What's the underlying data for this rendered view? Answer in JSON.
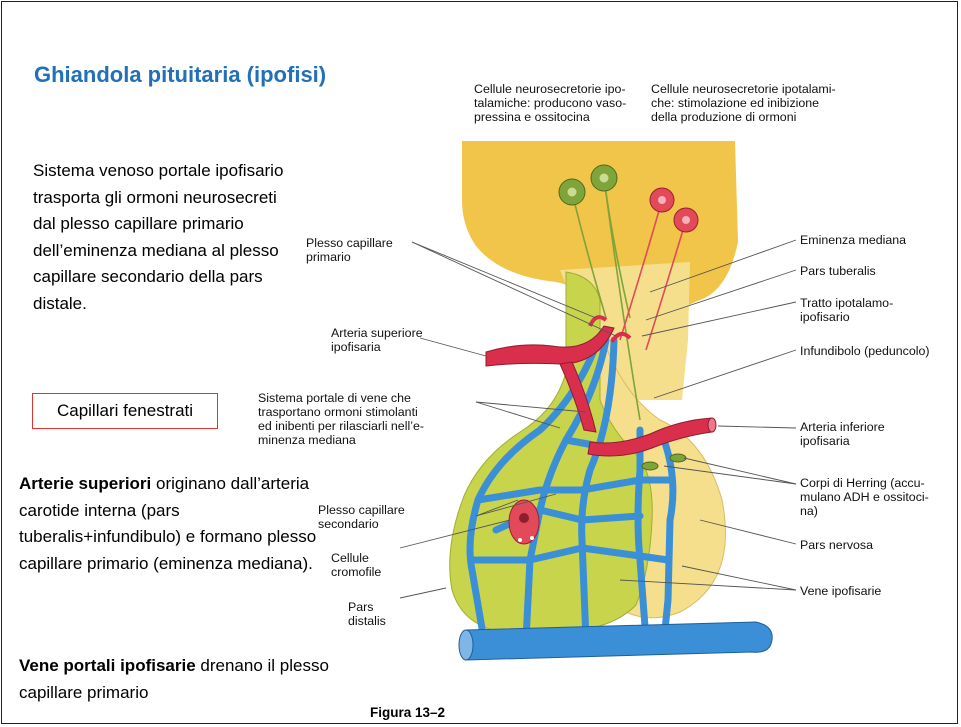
{
  "slide": {
    "title": "Ghiandola pituitaria (ipofisi)",
    "intro_text": "Sistema venoso portale ipofisario trasporta gli ormoni neurosecreti dal plesso capillare primario dell’eminenza mediana al plesso capillare secondario della pars distale.",
    "boxed_note": "Capillari fenestrati",
    "arterie_bold": "Arterie superiori",
    "arterie_text": " originano dall’arteria carotide interna (pars tuberalis+infundibulo) e formano plesso capillare primario (eminenza mediana).",
    "vene_bold": "Vene portali ipofisarie",
    "vene_text": " drenano il plesso capillare primario"
  },
  "figure": {
    "caption": "Figura 13–2",
    "labels": {
      "top_left": "Cellule neurosecretorie ipo-\ntalamiche: producono vaso-\npressina e ossitocina",
      "top_right": "Cellule neurosecretorie ipotalami-\nche: stimolazione ed inibizione\ndella produzione di ormoni",
      "plesso_primario": "Plesso capillare\nprimario",
      "arteria_superiore": "Arteria superiore\nipofisaria",
      "sistema_portale": "Sistema portale di vene che\ntrasportano ormoni stimolanti\ned inibenti per rilasciarli nell’e-\nminenza mediana",
      "plesso_secondario": "Plesso capillare\nsecondario",
      "cellule_cromofile": "Cellule\ncromofile",
      "pars_distalis": "Pars\ndistalis",
      "eminenza_mediana": "Eminenza mediana",
      "pars_tuberalis": "Pars tuberalis",
      "tratto": "Tratto ipotalamo-\nipofisario",
      "infundibolo": "Infundibolo (peduncolo)",
      "arteria_inferiore": "Arteria inferiore\nipofisaria",
      "corpi_herring": "Corpi di Herring (accu-\nmulano ADH e ossitoci-\nna)",
      "pars_nervosa": "Pars nervosa",
      "vene_ipofisarie": "Vene ipofisarie"
    },
    "colors": {
      "hypothalamus": "#f1c44a",
      "posterior_lobe": "#f6df8c",
      "anterior_lobe": "#c7d44c",
      "artery": "#d92f4c",
      "vein": "#3b8fd6",
      "green_neuron": "#7ea43a",
      "red_neuron": "#e24a5a"
    }
  }
}
